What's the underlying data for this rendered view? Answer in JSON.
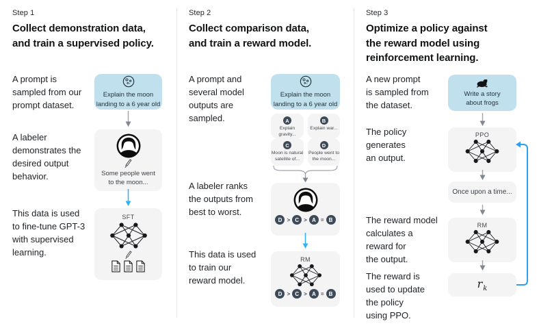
{
  "colors": {
    "prompt_box_bg": "#c0e0ed",
    "panel_bg": "#f4f4f5",
    "accent_blue_arrow": "#35b1f2",
    "feedback_loop_blue": "#2e9ff2",
    "gray_arrow": "#a2a2ad",
    "badge_bg": "#3f4a59",
    "divider": "#e8e8ea",
    "heading_text": "#101214",
    "body_text": "#1d2125"
  },
  "icons": {
    "step1_prompt": "moon-icon",
    "step2_prompt": "moon-icon",
    "step3_prompt": "frog-icon",
    "labeler": "labeler-avatar-icon",
    "writing": "pencil-icon",
    "model": "neural-network-icon",
    "documents": "document-icon"
  },
  "step1": {
    "label": "Step 1",
    "title": "Collect demonstration data,\nand train a supervised policy.",
    "caption_prompt": "A prompt is\nsampled from our\nprompt dataset.",
    "caption_labeler": "A labeler\ndemonstrates the\ndesired output\nbehavior.",
    "caption_finetune": "This data is used\nto fine-tune GPT-3\nwith supervised\nlearning.",
    "prompt_box": {
      "icon": "moon-icon",
      "text": "Explain the moon\nlanding to a 6 year old"
    },
    "labeler_box": {
      "icon": "labeler-avatar-icon",
      "text": "Some people went\nto the moon..."
    },
    "sft_box": {
      "model_label": "SFT"
    }
  },
  "step2": {
    "label": "Step 2",
    "title": "Collect comparison data,\nand train a reward model.",
    "caption_sampled": "A prompt and\nseveral model\noutputs are\nsampled.",
    "caption_rank": "A labeler ranks\nthe outputs from\nbest to worst.",
    "caption_train": "This data is used\nto train our\nreward model.",
    "prompt_box": {
      "icon": "moon-icon",
      "text": "Explain the moon\nlanding to a 6 year old"
    },
    "outputs": [
      {
        "letter": "A",
        "text": "Explain gravity..."
      },
      {
        "letter": "B",
        "text": "Explain war..."
      },
      {
        "letter": "C",
        "text": "Moon is natural\nsatellite of..."
      },
      {
        "letter": "D",
        "text": "People went to\nthe moon..."
      }
    ],
    "ranking": [
      "D",
      ">",
      "C",
      ">",
      "A",
      "=",
      "B"
    ],
    "rm_box": {
      "model_label": "RM"
    }
  },
  "step3": {
    "label": "Step 3",
    "title": "Optimize a policy against\nthe reward model using\nreinforcement learning.",
    "caption_prompt": "A new prompt\nis sampled from\nthe dataset.",
    "caption_policy": "The policy\ngenerates\nan output.",
    "caption_reward": "The reward model\ncalculates a\nreward for\nthe output.",
    "caption_update": "The reward is\nused to update\nthe policy\nusing PPO.",
    "prompt_box": {
      "icon": "frog-icon",
      "text": "Write a story\nabout frogs"
    },
    "ppo_box": {
      "model_label": "PPO"
    },
    "output_box": {
      "text": "Once upon a time..."
    },
    "rm_box": {
      "model_label": "RM"
    },
    "reward_box": {
      "base": "r",
      "subscript": "k"
    }
  }
}
